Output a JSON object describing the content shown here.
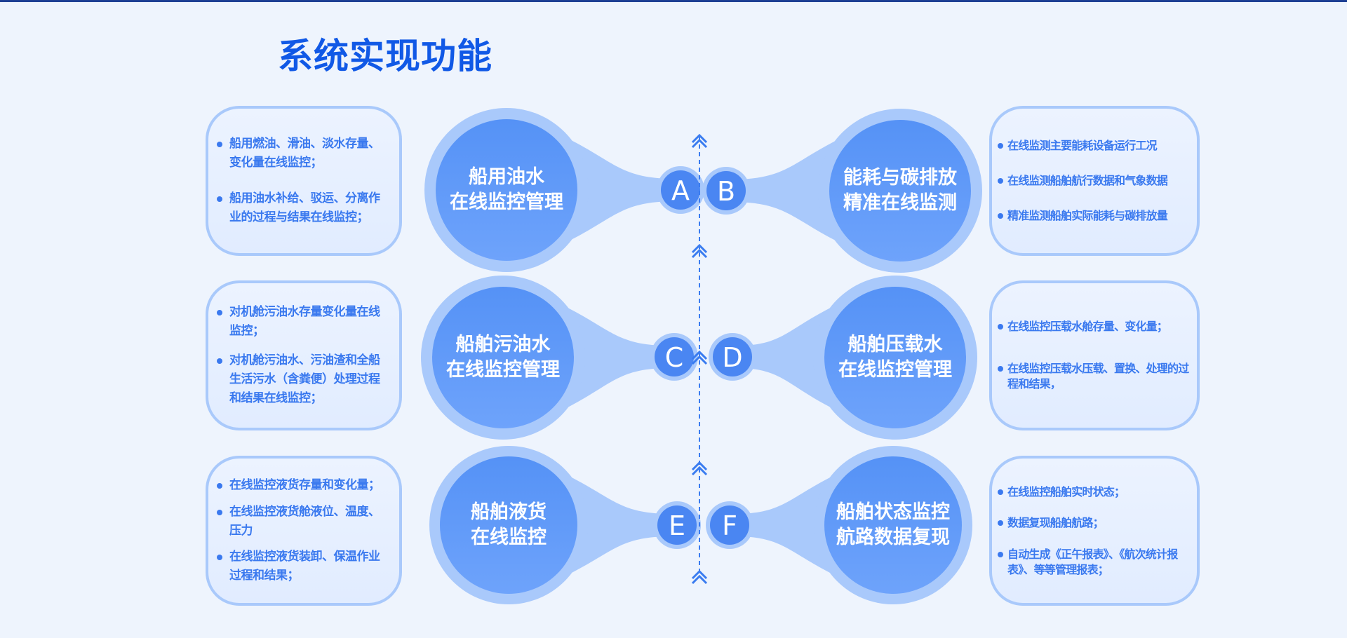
{
  "title": "系统实现功能",
  "colors": {
    "accent": "#1159e6",
    "node_outer": "#a9c9fb",
    "node_inner": "#5a93f6",
    "text": "#3a79ef"
  },
  "modules": [
    {
      "letter": "A",
      "label_line1": "船用油水",
      "label_line2": "在线监控管理",
      "bullets": [
        "船用燃油、滑油、淡水存量、变化量在线监控；",
        "船用油水补给、驳运、分离作业的过程与结果在线监控；"
      ]
    },
    {
      "letter": "B",
      "label_line1": "能耗与碳排放",
      "label_line2": "精准在线监测",
      "bullets": [
        "在线监测主要能耗设备运行工况",
        "在线监测船舶航行数据和气象数据",
        "精准监测船舶实际能耗与碳排放量"
      ]
    },
    {
      "letter": "C",
      "label_line1": "船舶污油水",
      "label_line2": "在线监控管理",
      "bullets": [
        "对机舱污油水存量变化量在线监控；",
        "对机舱污油水、污油渣和全船生活污水（含粪便）处理过程和结果在线监控；"
      ]
    },
    {
      "letter": "D",
      "label_line1": "船舶压载水",
      "label_line2": "在线监控管理",
      "bullets": [
        "在线监控压载水舱存量、变化量；",
        "在线监控压载水压载、置换、处理的过程和结果，"
      ]
    },
    {
      "letter": "E",
      "label_line1": "船舶液货",
      "label_line2": "在线监控",
      "bullets": [
        "在线监控液货存量和变化量；",
        "在线监控液货舱液位、温度、压力",
        "在线监控液货装卸、保温作业过程和结果；"
      ]
    },
    {
      "letter": "F",
      "label_line1": "船舶状态监控",
      "label_line2": "航路数据复现",
      "bullets": [
        "在线监控船舶实时状态；",
        "数据复现船舶航路；",
        "自动生成《正午报表》、《航次统计报表》、等等管理报表；"
      ]
    }
  ]
}
